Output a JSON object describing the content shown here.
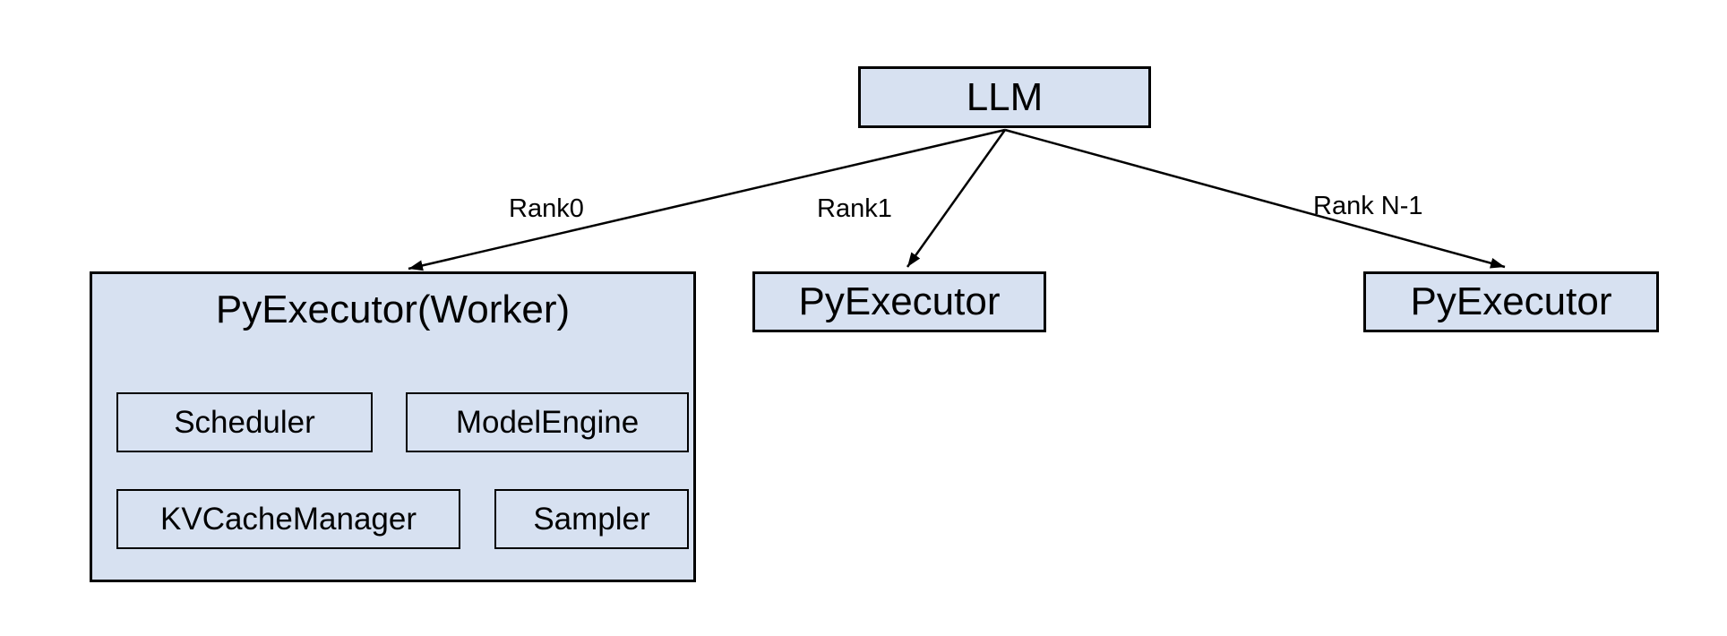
{
  "diagram": {
    "colors": {
      "box_fill": "#d7e1f1",
      "box_border": "#000000",
      "line": "#000000",
      "text": "#000000",
      "background": "#ffffff"
    },
    "llm": {
      "label": "LLM"
    },
    "edges": [
      {
        "label": "Rank0",
        "from": "LLM",
        "to": "PyExecutor(Worker)"
      },
      {
        "label": "Rank1",
        "from": "LLM",
        "to": "PyExecutor"
      },
      {
        "label": "Rank N-1",
        "from": "LLM",
        "to": "PyExecutor"
      }
    ],
    "worker": {
      "title": "PyExecutor(Worker)",
      "components": [
        "Scheduler",
        "ModelEngine",
        "KVCacheManager",
        "Sampler"
      ]
    },
    "executors": [
      {
        "label": "PyExecutor"
      },
      {
        "label": "PyExecutor"
      }
    ]
  }
}
